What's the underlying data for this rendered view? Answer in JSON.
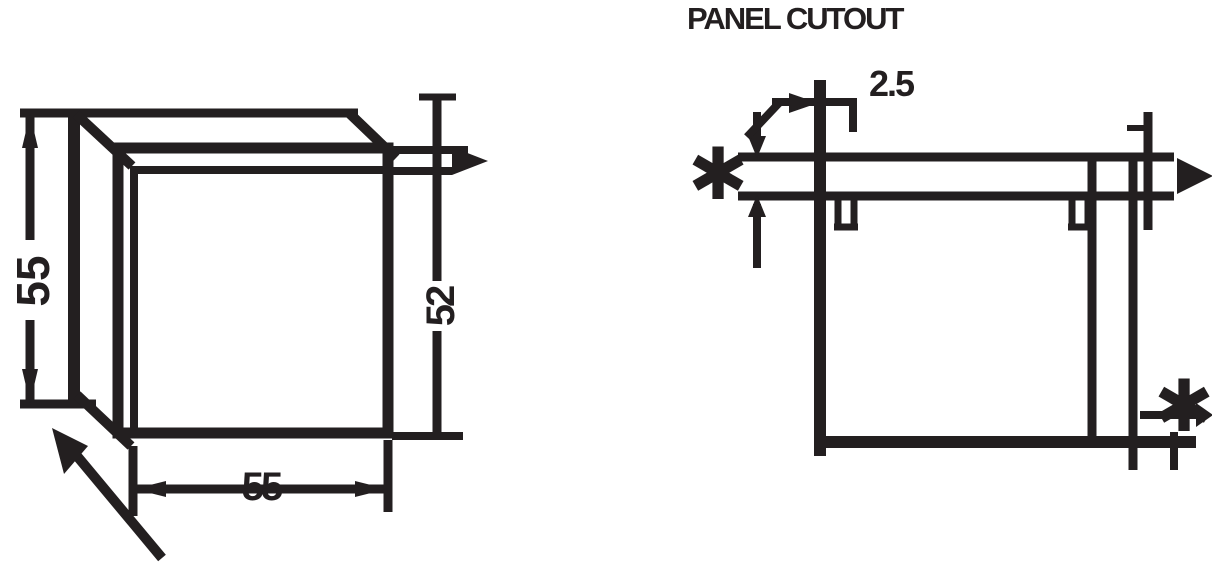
{
  "drawing": {
    "kind": "technical-dimension-drawing",
    "ink_color": "#231f20",
    "background_color": "#ffffff"
  },
  "cutout_title": "PANEL CUTOUT",
  "front_view": {
    "height_label": "55",
    "width_label": "55",
    "side_height_label": "52"
  },
  "panel_cutout": {
    "notch_offset_label": "2.5",
    "left_slot_label": "✱",
    "right_slot_label": "✱"
  }
}
